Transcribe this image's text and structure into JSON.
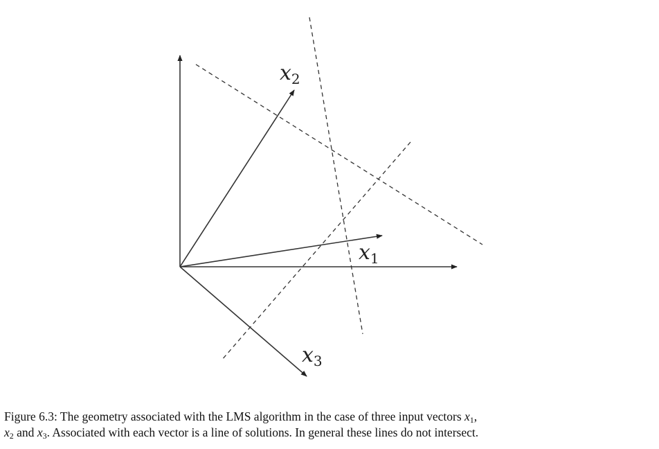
{
  "vectors": [
    {
      "id": "x1",
      "base": "x",
      "subscript": "1"
    },
    {
      "id": "x2",
      "base": "x",
      "subscript": "2"
    },
    {
      "id": "x3",
      "base": "x",
      "subscript": "3"
    }
  ],
  "caption": {
    "label": "Figure 6.3:",
    "line1_text": "The geometry associated with the LMS algorithm in the case of three input vectors",
    "line1_var": "x",
    "line1_sub": "1",
    "line1_end": ",",
    "line2_var_a": "x",
    "line2_sub_a": "2",
    "line2_and": "and",
    "line2_var_b": "x",
    "line2_sub_b": "3",
    "line2_text": ". Associated with each vector is a line of solutions. In general these lines do not intersect."
  }
}
